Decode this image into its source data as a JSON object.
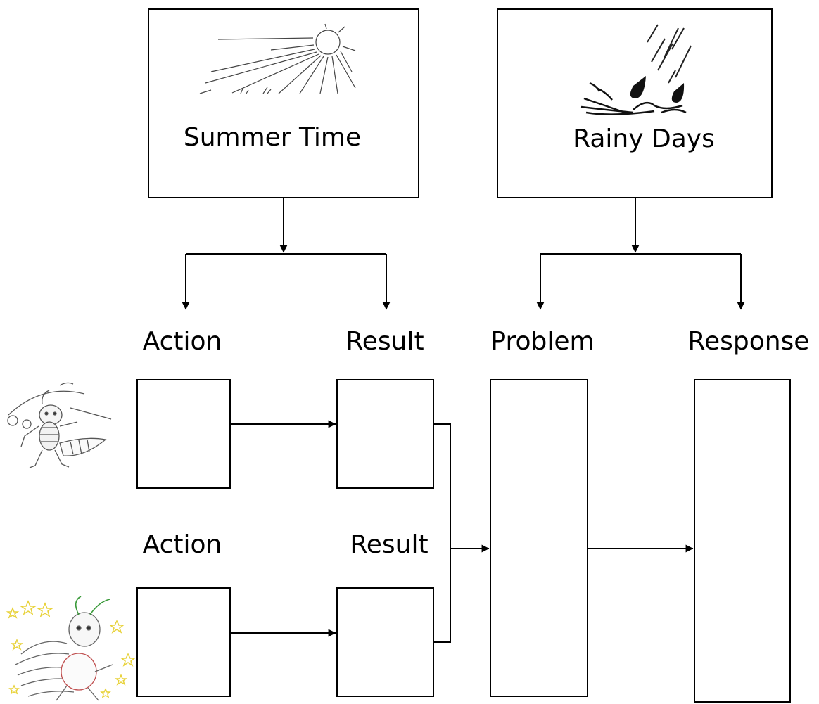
{
  "top_boxes": {
    "summer": {
      "label": "Summer Time",
      "icon": "sun-icon"
    },
    "rainy": {
      "label": "Rainy Days",
      "icon": "rain-splash-icon"
    }
  },
  "headings": {
    "action_1": "Action",
    "result_1": "Result",
    "problem": "Problem",
    "response": "Response",
    "action_2": "Action",
    "result_2": "Result"
  },
  "characters": [
    {
      "name": "grasshopper-illustration"
    },
    {
      "name": "cricket-illustration"
    }
  ],
  "colors": {
    "line": "#000000",
    "background": "#ffffff",
    "stars": "#e8d23a"
  }
}
